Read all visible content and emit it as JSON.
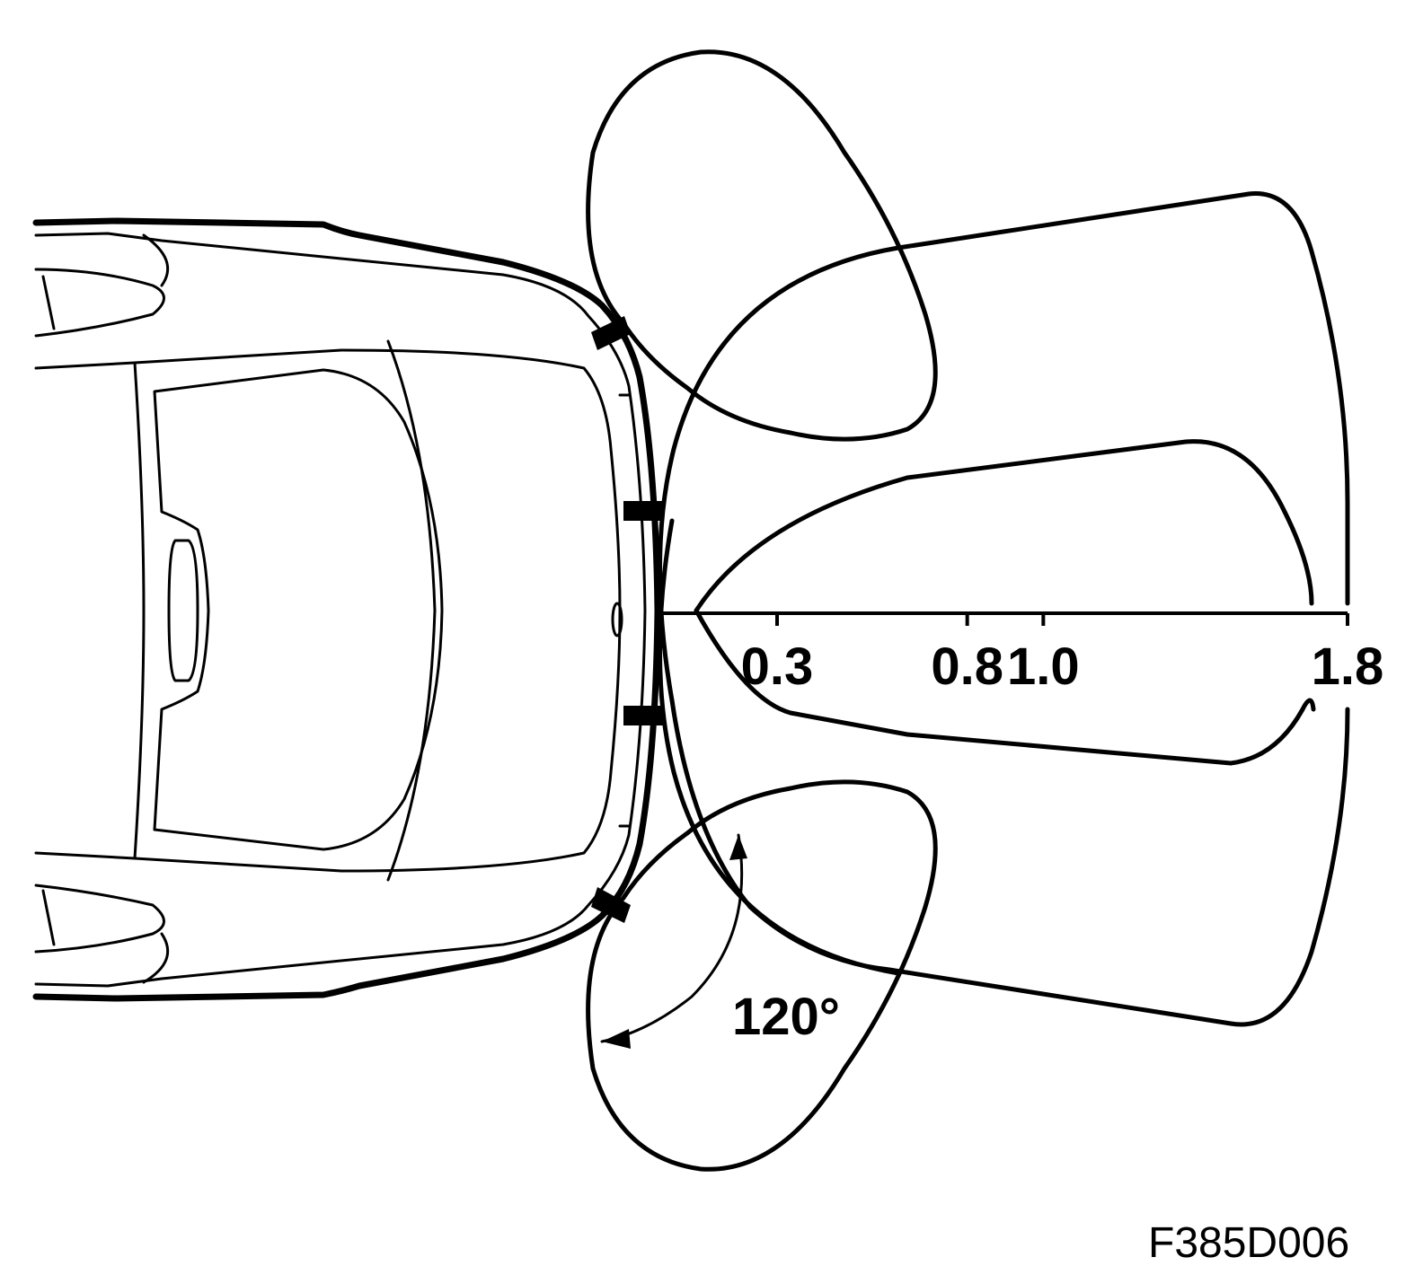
{
  "diagram": {
    "distance_scale": {
      "ticks": [
        "0.3",
        "0.8",
        "1.0",
        "1.8"
      ]
    },
    "angle_label": "120°",
    "figure_code": "F385D006",
    "sensor_count": 4,
    "colors": {
      "ink": "#000000",
      "background": "#ffffff"
    }
  }
}
